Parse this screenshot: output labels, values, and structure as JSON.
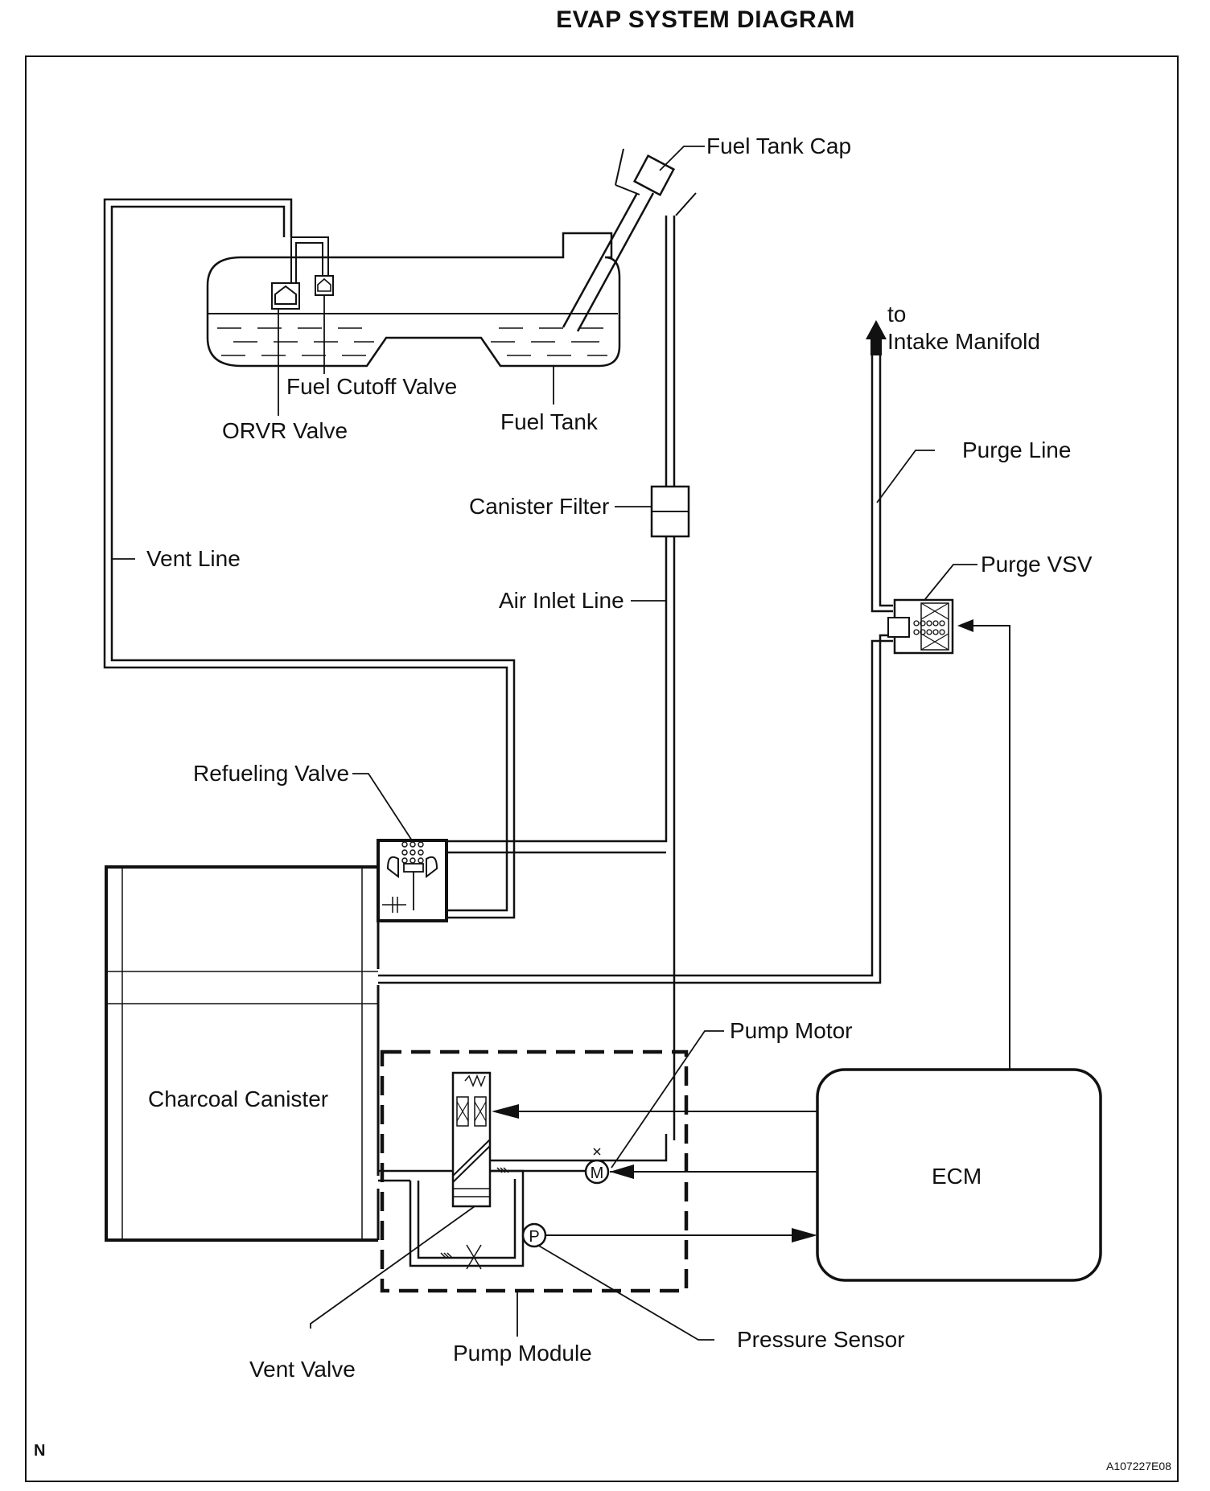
{
  "title": "EVAP SYSTEM DIAGRAM",
  "labels": {
    "fuel_tank_cap": "Fuel Tank Cap",
    "to": "to",
    "intake_manifold": "Intake Manifold",
    "fuel_cutoff_valve": "Fuel Cutoff Valve",
    "orvr_valve": "ORVR Valve",
    "fuel_tank": "Fuel Tank",
    "purge_line": "Purge Line",
    "canister_filter": "Canister Filter",
    "vent_line": "Vent Line",
    "purge_vsv": "Purge VSV",
    "air_inlet_line": "Air Inlet Line",
    "refueling_valve": "Refueling Valve",
    "pump_motor": "Pump Motor",
    "charcoal_canister": "Charcoal Canister",
    "ecm": "ECM",
    "pressure_sensor": "Pressure Sensor",
    "pump_module": "Pump Module",
    "vent_valve": "Vent Valve"
  },
  "symbols": {
    "motor": "M",
    "pressure": "P"
  },
  "corner_mark": "N",
  "figure_id": "A107227E08"
}
